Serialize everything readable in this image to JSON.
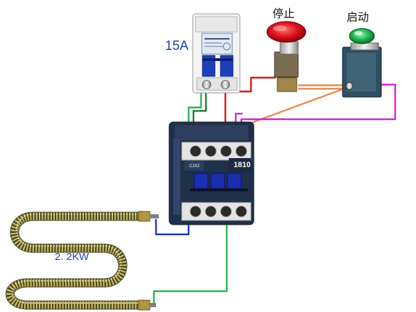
{
  "labels": {
    "breaker_rating": "15A",
    "stop_button": "停止",
    "start_button": "启动",
    "heater_power": "2. 2KW",
    "contactor_model": "1810",
    "contactor_series": "CJX2"
  },
  "colors": {
    "background": "#ffffff",
    "stop_button": "#d8101a",
    "start_button": "#1fae4e",
    "contactor_body": "#21304a",
    "wire_green": "#2bb24c",
    "wire_red": "#e01010",
    "wire_blue": "#1b34b8",
    "wire_magenta": "#d324d8",
    "wire_orange": "#e98a49",
    "wire_darkgreen": "#1d7a33"
  },
  "components": [
    {
      "name": "circuit-breaker",
      "icon": "breaker-icon"
    },
    {
      "name": "stop-pushbutton",
      "icon": "red-mushroom-button-icon"
    },
    {
      "name": "start-pushbutton",
      "icon": "green-button-icon"
    },
    {
      "name": "ac-contactor",
      "icon": "contactor-icon"
    },
    {
      "name": "heating-element",
      "icon": "finned-heater-icon"
    }
  ]
}
